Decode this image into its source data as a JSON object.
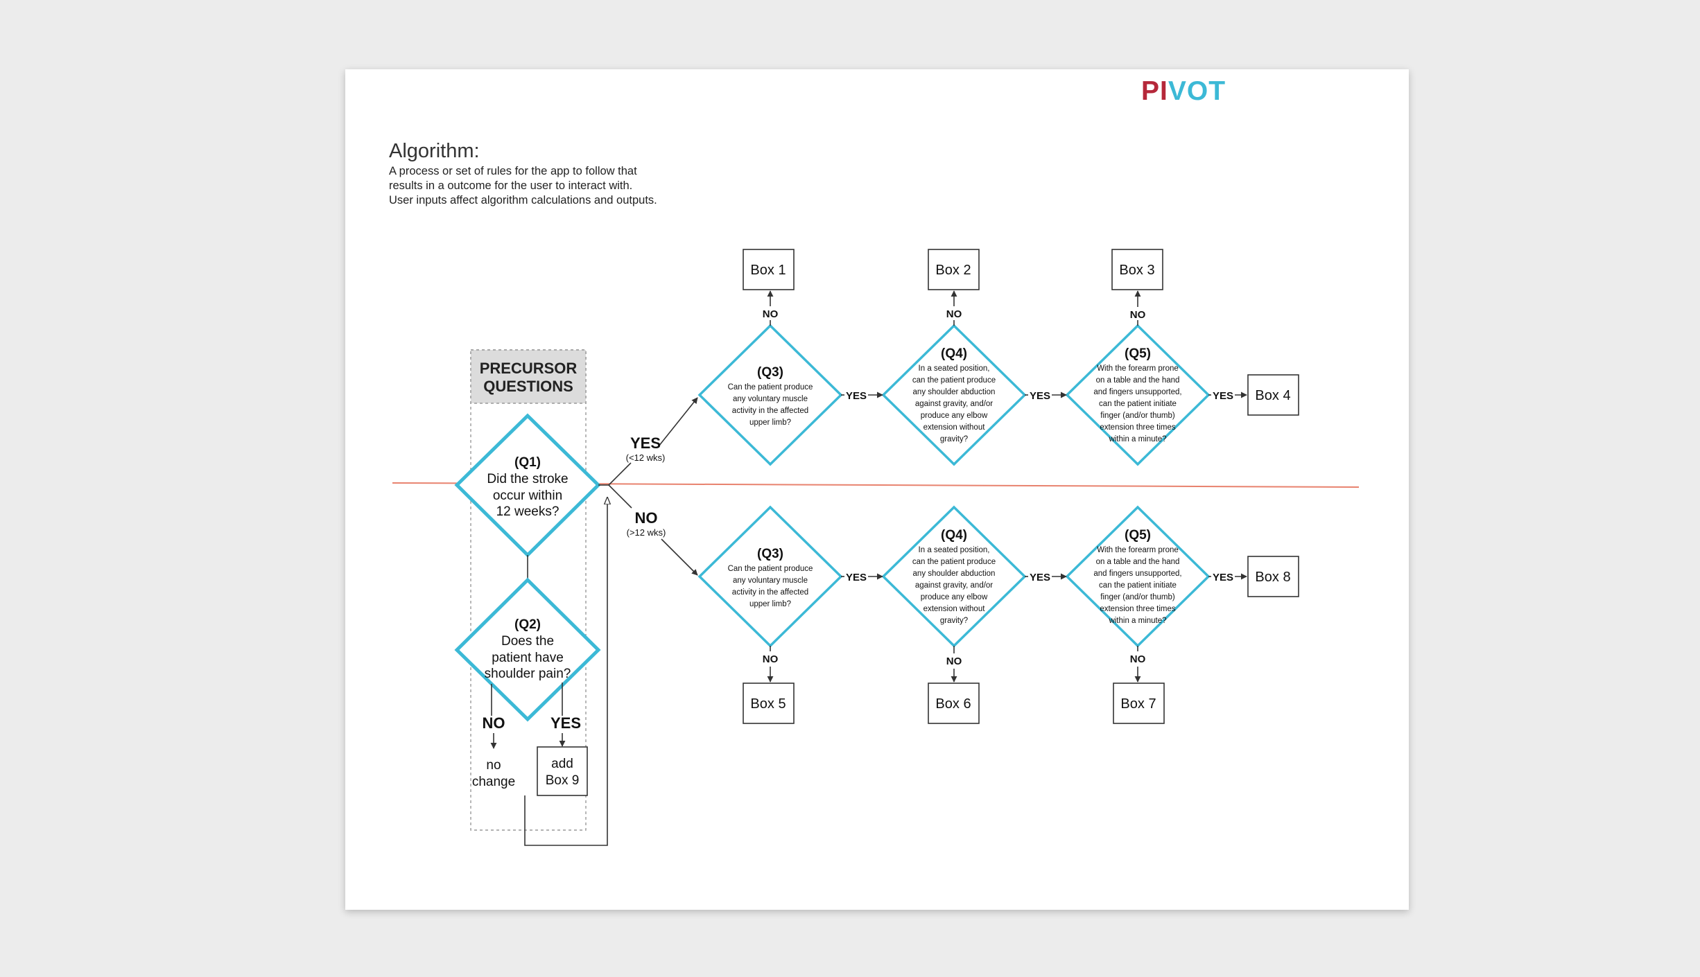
{
  "logo": {
    "part1": "PI",
    "part2": "VOT",
    "color1": "#b5283a",
    "color2": "#3cb9d6"
  },
  "header": {
    "title": "Algorithm:",
    "description": [
      "A process or set of rules for the app to follow that",
      "results in a outcome for the user to interact with.",
      "User inputs affect algorithm calculations and outputs."
    ]
  },
  "precursor": {
    "title_lines": [
      "PRECURSOR",
      "QUESTIONS"
    ],
    "q1": {
      "title": "(Q1)",
      "lines": [
        "Did the stroke",
        "occur within",
        "12 weeks?"
      ]
    },
    "q2": {
      "title": "(Q2)",
      "lines": [
        "Does the",
        "patient have",
        "shoulder pain?"
      ]
    },
    "no_label": "NO",
    "yes_label": "YES",
    "no_result": [
      "no",
      "change"
    ],
    "yes_result": [
      "add",
      "Box 9"
    ]
  },
  "branch": {
    "yes_label": "YES",
    "yes_sub": "(<12 wks)",
    "no_label": "NO",
    "no_sub": "(>12 wks)"
  },
  "edge_labels": {
    "yes": "YES",
    "no": "NO"
  },
  "questions": {
    "q3": {
      "title": "(Q3)",
      "lines": [
        "Can the patient produce",
        "any voluntary muscle",
        "activity in the affected",
        "upper limb?"
      ]
    },
    "q4": {
      "title": "(Q4)",
      "lines": [
        "In a seated position,",
        "can the patient produce",
        "any shoulder abduction",
        "against gravity, and/or",
        "produce any elbow",
        "extension without",
        "gravity?"
      ]
    },
    "q5": {
      "title": "(Q5)",
      "lines": [
        "With the forearm prone",
        "on a table and the hand",
        "and fingers unsupported,",
        "can the patient initiate",
        "finger (and/or thumb)",
        "extension three times",
        "within a minute?"
      ]
    }
  },
  "boxes": {
    "box1": "Box 1",
    "box2": "Box 2",
    "box3": "Box 3",
    "box4": "Box 4",
    "box5": "Box 5",
    "box6": "Box 6",
    "box7": "Box 7",
    "box8": "Box 8"
  },
  "colors": {
    "diamond_stroke": "#3cb9d6",
    "divider": "#e8826e",
    "precursor_bg": "#dcdcdc"
  }
}
